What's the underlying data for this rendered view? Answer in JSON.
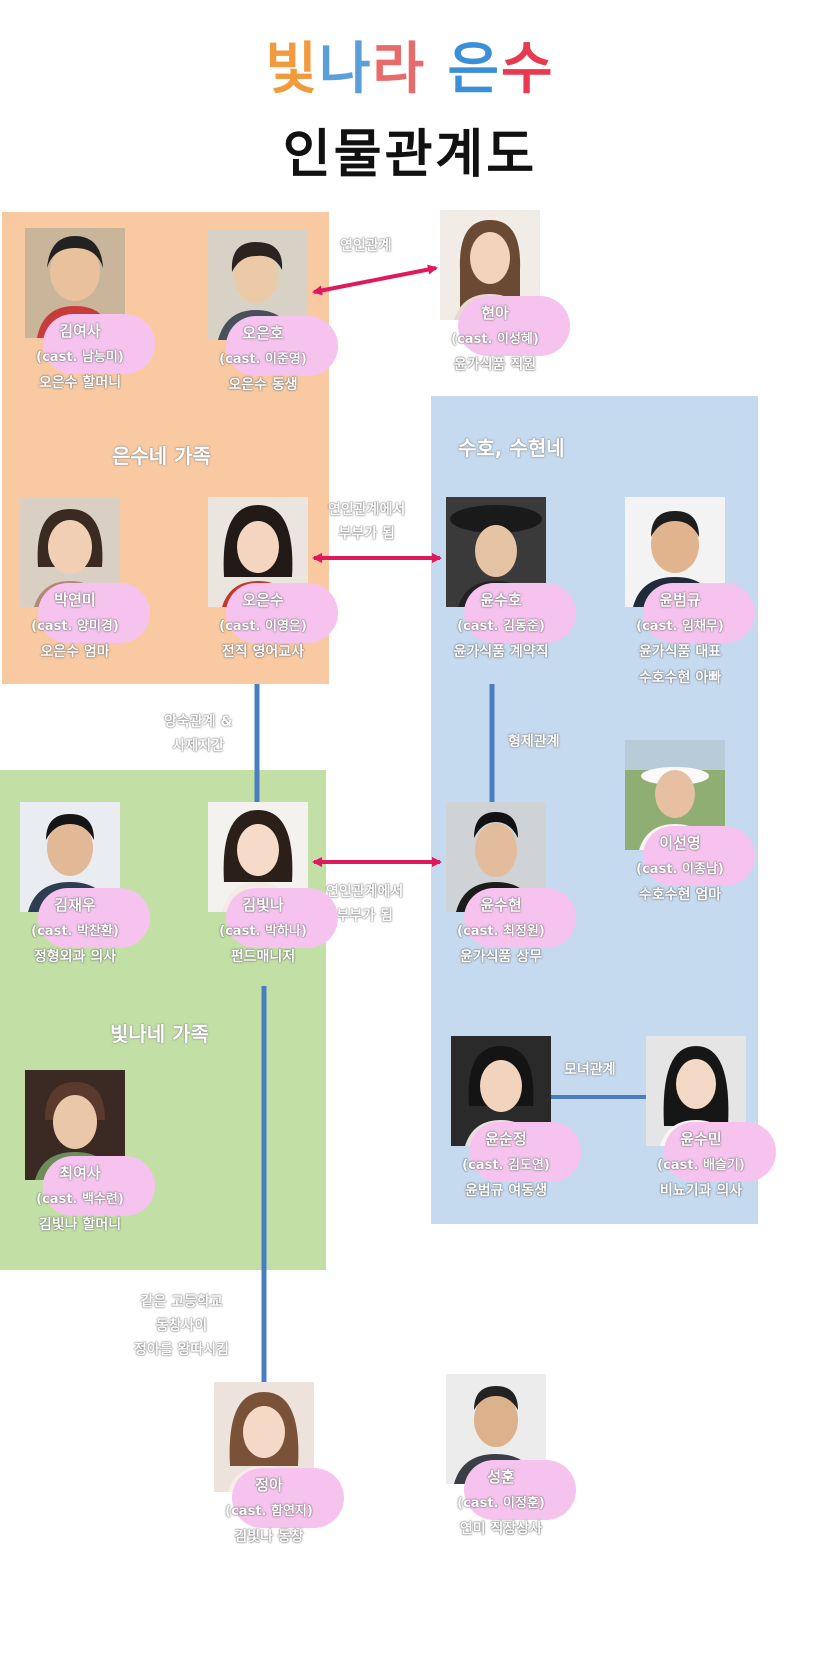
{
  "title": {
    "parts": [
      {
        "text": "빛",
        "color": "#f29b3e"
      },
      {
        "text": "나",
        "color": "#5a9fd8"
      },
      {
        "text": "라",
        "color": "#e86a6a"
      },
      {
        "text": " ",
        "color": "#ffffff"
      },
      {
        "text": "은",
        "color": "#3b8fd6"
      },
      {
        "text": "수",
        "color": "#e8394f"
      }
    ],
    "subtitle": "인물관계도"
  },
  "groups": {
    "eunsu_family": "은수네 가족",
    "suho_family": "수호, 수현네",
    "bitna_family": "빛나네 가족"
  },
  "people": {
    "kim_yeosa": {
      "name": "김여사",
      "cast": "(cast. 남능미)",
      "role": "오은수 할머니"
    },
    "oh_eunho": {
      "name": "오은호",
      "cast": "(cast. 이준영)",
      "role": "오은수 동생"
    },
    "hyuna": {
      "name": "현아",
      "cast": "(cast. 이성혜)",
      "role": "윤가식품 직원"
    },
    "park_yeonmi": {
      "name": "박연미",
      "cast": "(cast. 양미경)",
      "role": "오은수 엄마"
    },
    "oh_eunsu": {
      "name": "오은수",
      "cast": "(cast. 이영은)",
      "role": "전직 영어교사"
    },
    "yoon_suho": {
      "name": "윤수호",
      "cast": "(cast. 김동준)",
      "role": "윤가식품 계약직"
    },
    "yoon_beomgyu": {
      "name": "윤범규",
      "cast": "(cast. 임채무)",
      "role": "윤가식품 대표",
      "role2": "수호수현 아빠"
    },
    "lee_seonyoung": {
      "name": "이선영",
      "cast": "(cast. 이종남)",
      "role": "수호수현 엄마"
    },
    "kim_jaewoo": {
      "name": "김재우",
      "cast": "(cast. 박찬환)",
      "role": "정형외과 의사"
    },
    "kim_bitna": {
      "name": "김빛나",
      "cast": "(cast. 박하나)",
      "role": "펀드매니저"
    },
    "yoon_suhyun": {
      "name": "윤수현",
      "cast": "(cast. 최정원)",
      "role": "윤가식품 상무"
    },
    "choi_yeosa": {
      "name": "최여사",
      "cast": "(cast. 백수련)",
      "role": "김빛나 할머니"
    },
    "yoon_sunjeong": {
      "name": "윤순정",
      "cast": "(cast. 김도연)",
      "role": "윤범규 여동생"
    },
    "yoon_sumin": {
      "name": "윤수민",
      "cast": "(cast. 배슬기)",
      "role": "비뇨기과 의사"
    },
    "jeonga": {
      "name": "정아",
      "cast": "(cast. 함연지)",
      "role": "김빛나 동창"
    },
    "seonghun": {
      "name": "성훈",
      "cast": "(cast. 이정훈)",
      "role": "연미 직장상사"
    }
  },
  "relations": {
    "lovers": "연인관계",
    "couple1_line1": "연인관계에서",
    "couple1_line2": "부부가 됨",
    "enemy_line1": "앙숙관계 &",
    "enemy_line2": "사제지간",
    "brothers": "형제관계",
    "couple2_line1": "연인관계에서",
    "couple2_line2": "부부가 됨",
    "mother_daughter": "모녀관계",
    "school_line1": "같은 고등학교",
    "school_line2": "동창사이",
    "school_line3": "정아를 왕따시킴"
  },
  "colors": {
    "orange_group": "#f9c9a2",
    "blue_group": "#c5d9ef",
    "green_group": "#c2e0a5",
    "name_bubble": "#f6c3ef",
    "arrow": "#e0195e",
    "link": "#4a7ec1"
  }
}
